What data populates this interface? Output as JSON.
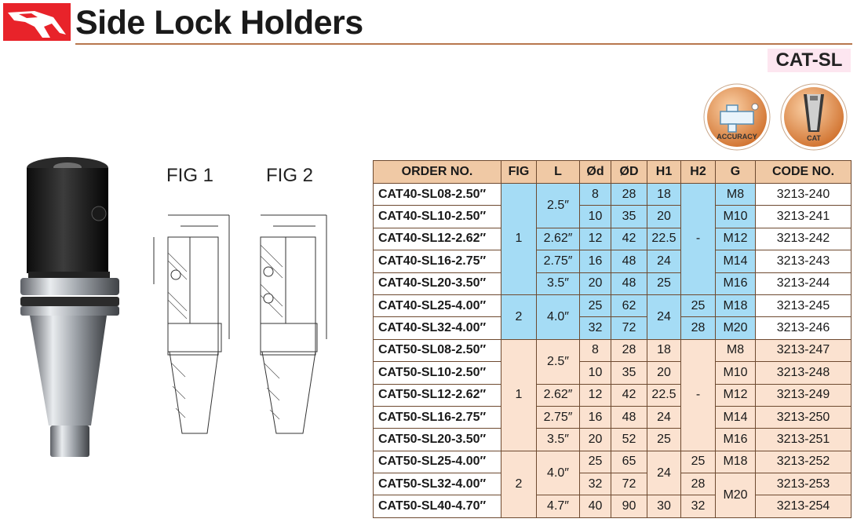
{
  "header": {
    "title": "Side Lock Holders",
    "badge": "CAT-SL"
  },
  "icons": {
    "accuracy_label": "ACCURACY",
    "cat_label": "CAT"
  },
  "figures": {
    "fig1": "FIG 1",
    "fig2": "FIG 2"
  },
  "colors": {
    "accent": "#b8774d",
    "header_bg": "#f0c9a5",
    "cat40_fig1": "#a5dcf5",
    "cat50_bg": "#fbe2d0",
    "logo_red": "#e8232a"
  },
  "table": {
    "headers": [
      "ORDER NO.",
      "FIG",
      "L",
      "Ød",
      "ØD",
      "H1",
      "H2",
      "G",
      "CODE NO."
    ],
    "rows": [
      {
        "order": "CAT40-SL08-2.50″",
        "fig": "1",
        "L": "2.5″",
        "d": "8",
        "D": "28",
        "H1": "18",
        "H2": "-",
        "G": "M8",
        "code": "3213-240"
      },
      {
        "order": "CAT40-SL10-2.50″",
        "fig": "1",
        "L": "2.5″",
        "d": "10",
        "D": "35",
        "H1": "20",
        "H2": "-",
        "G": "M10",
        "code": "3213-241"
      },
      {
        "order": "CAT40-SL12-2.62″",
        "fig": "1",
        "L": "2.62″",
        "d": "12",
        "D": "42",
        "H1": "22.5",
        "H2": "-",
        "G": "M12",
        "code": "3213-242"
      },
      {
        "order": "CAT40-SL16-2.75″",
        "fig": "1",
        "L": "2.75″",
        "d": "16",
        "D": "48",
        "H1": "24",
        "H2": "-",
        "G": "M14",
        "code": "3213-243"
      },
      {
        "order": "CAT40-SL20-3.50″",
        "fig": "1",
        "L": "3.5″",
        "d": "20",
        "D": "48",
        "H1": "25",
        "H2": "-",
        "G": "M16",
        "code": "3213-244"
      },
      {
        "order": "CAT40-SL25-4.00″",
        "fig": "2",
        "L": "4.0″",
        "d": "25",
        "D": "62",
        "H1": "24",
        "H2": "25",
        "G": "M18",
        "code": "3213-245"
      },
      {
        "order": "CAT40-SL32-4.00″",
        "fig": "2",
        "L": "4.0″",
        "d": "32",
        "D": "72",
        "H1": "24",
        "H2": "28",
        "G": "M20",
        "code": "3213-246"
      },
      {
        "order": "CAT50-SL08-2.50″",
        "fig": "1",
        "L": "2.5″",
        "d": "8",
        "D": "28",
        "H1": "18",
        "H2": "-",
        "G": "M8",
        "code": "3213-247"
      },
      {
        "order": "CAT50-SL10-2.50″",
        "fig": "1",
        "L": "2.5″",
        "d": "10",
        "D": "35",
        "H1": "20",
        "H2": "-",
        "G": "M10",
        "code": "3213-248"
      },
      {
        "order": "CAT50-SL12-2.62″",
        "fig": "1",
        "L": "2.62″",
        "d": "12",
        "D": "42",
        "H1": "22.5",
        "H2": "-",
        "G": "M12",
        "code": "3213-249"
      },
      {
        "order": "CAT50-SL16-2.75″",
        "fig": "1",
        "L": "2.75″",
        "d": "16",
        "D": "48",
        "H1": "24",
        "H2": "-",
        "G": "M14",
        "code": "3213-250"
      },
      {
        "order": "CAT50-SL20-3.50″",
        "fig": "1",
        "L": "3.5″",
        "d": "20",
        "D": "52",
        "H1": "25",
        "H2": "-",
        "G": "M16",
        "code": "3213-251"
      },
      {
        "order": "CAT50-SL25-4.00″",
        "fig": "2",
        "L": "4.0″",
        "d": "25",
        "D": "65",
        "H1": "24",
        "H2": "25",
        "G": "M18",
        "code": "3213-252"
      },
      {
        "order": "CAT50-SL32-4.00″",
        "fig": "2",
        "L": "4.0″",
        "d": "32",
        "D": "72",
        "H1": "24",
        "H2": "28",
        "G": "M20",
        "code": "3213-253"
      },
      {
        "order": "CAT50-SL40-4.70″",
        "fig": "2",
        "L": "4.7″",
        "d": "40",
        "D": "90",
        "H1": "30",
        "H2": "32",
        "G": "M20",
        "code": "3213-254"
      }
    ]
  }
}
